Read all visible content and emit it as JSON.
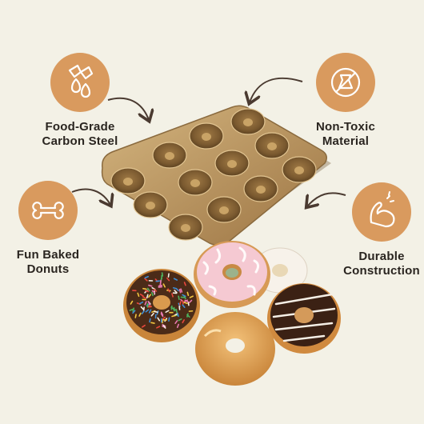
{
  "features": [
    {
      "id": "food-grade",
      "line1": "Food-Grade",
      "line2": "Carbon Steel",
      "icon": "droplets-icon"
    },
    {
      "id": "non-toxic",
      "line1": "Non-Toxic",
      "line2": "Material",
      "icon": "no-toxin-icon"
    },
    {
      "id": "fun-baked",
      "line1": "Fun Baked",
      "line2": "Donuts",
      "icon": "bone-icon"
    },
    {
      "id": "durable",
      "line1": "Durable",
      "line2": "Construction",
      "icon": "flexed-arm-icon"
    }
  ],
  "colors": {
    "background": "#f3f1e6",
    "accent": "#d99a5e",
    "pan": "#b8925a",
    "text": "#2a2520"
  }
}
